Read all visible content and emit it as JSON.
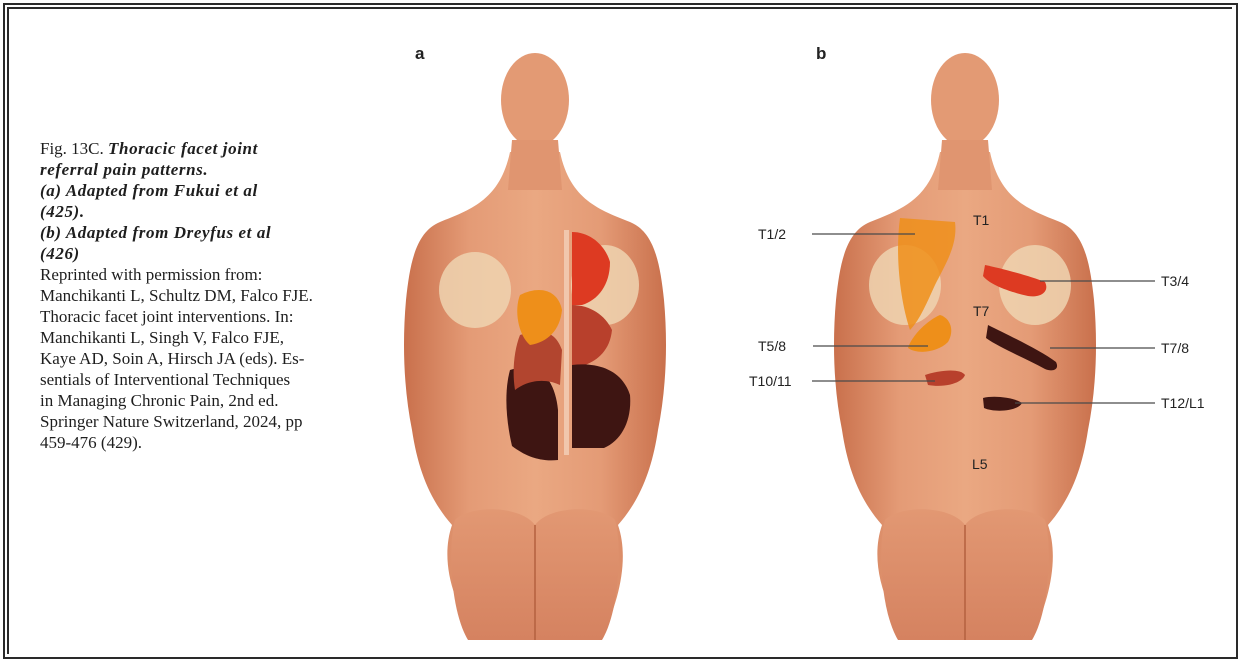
{
  "caption": {
    "lead": "Fig. 13C.",
    "title_lines": [
      "Thoracic facet joint",
      "referral pain patterns."
    ],
    "source_a_lines": [
      "(a) Adapted from Fukui et al",
      "(425)."
    ],
    "source_b_lines": [
      "(b) Adapted from Dreyfus et al",
      "(426)"
    ],
    "reprint_lines": [
      "Reprinted with permission from:",
      "Manchikanti L, Schultz DM, Falco FJE.",
      "Thoracic facet joint interventions. In:",
      "Manchikanti L, Singh V, Falco FJE,",
      "Kaye AD, Soin A, Hirsch JA (eds). Es-",
      "sentials of Interventional Techniques",
      "in Managing Chronic Pain, 2nd ed.",
      "Springer Nature Switzerland, 2024, pp",
      "459-476 (429)."
    ]
  },
  "panels": {
    "a": {
      "letter": "a"
    },
    "b": {
      "letter": "b",
      "labels": {
        "t1_2": "T1/2",
        "t1": "T1",
        "t3_4": "T3/4",
        "t7": "T7",
        "t5_8": "T5/8",
        "t7_8": "T7/8",
        "t10_11": "T10/11",
        "t12_l1": "T12/L1",
        "l5": "L5"
      }
    }
  },
  "colors": {
    "skin": "#e39a74",
    "skin_shadow": "#c86e4a",
    "scapula": "#eed3b0",
    "zone_orange": "#ee8f1a",
    "zone_red": "#dd3a22",
    "zone_brown": "#b2452f",
    "zone_dark": "#3e1512",
    "zone_mid_red": "#b8402c"
  }
}
